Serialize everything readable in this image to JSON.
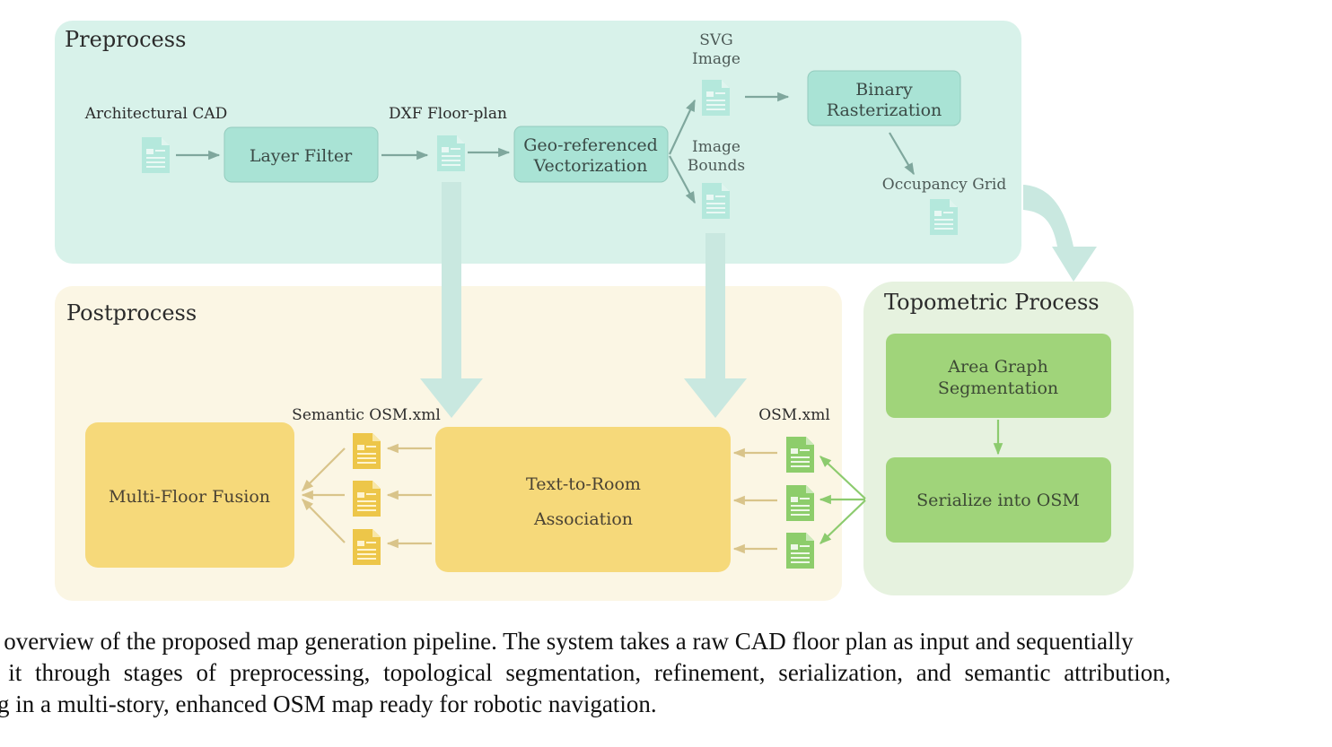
{
  "preprocess": {
    "title": "Preprocess",
    "architectural_cad": "Architectural CAD",
    "layer_filter": "Layer Filter",
    "dxf_floor_plan": "DXF Floor-plan",
    "geo_vectorization_line1": "Geo-referenced",
    "geo_vectorization_line2": "Vectorization",
    "svg_image_line1": "SVG",
    "svg_image_line2": "Image",
    "image_bounds_line1": "Image",
    "image_bounds_line2": "Bounds",
    "binary_rasterization_line1": "Binary",
    "binary_rasterization_line2": "Rasterization",
    "occupancy_grid": "Occupancy Grid"
  },
  "postprocess": {
    "title": "Postprocess",
    "multi_floor_fusion": "Multi-Floor Fusion",
    "semantic_osm": "Semantic OSM.xml",
    "text_to_room_line1": "Text-to-Room",
    "text_to_room_line2": "Association",
    "osm_xml": "OSM.xml"
  },
  "topometric": {
    "title": "Topometric Process",
    "area_graph_line1": "Area Graph",
    "area_graph_line2": "Segmentation",
    "serialize": "Serialize into OSM"
  },
  "caption": {
    "line1": "n overview of the proposed map generation pipeline. The system takes a raw CAD floor plan as input and sequentially",
    "line2": "s it through stages of preprocessing, topological segmentation, refinement, serialization, and semantic attribution,",
    "line3": "ing in a multi-story, enhanced OSM map ready for robotic navigation."
  },
  "colors": {
    "preprocess_bg": "#d8f2ea",
    "process_box": "#a9e3d5",
    "doc_teal": "#b4e8dc",
    "arrow_teal": "#7fa79d",
    "big_arrow": "#c9e8e0",
    "postprocess_bg": "#fbf6e4",
    "yellow_box": "#f6d97a",
    "doc_yellow": "#edc649",
    "arrow_yellow": "#d9c48a",
    "topometric_bg": "#e6f2df",
    "green_box": "#a0d47a",
    "doc_green": "#8dcd6b",
    "arrow_green": "#8ccb6e"
  }
}
